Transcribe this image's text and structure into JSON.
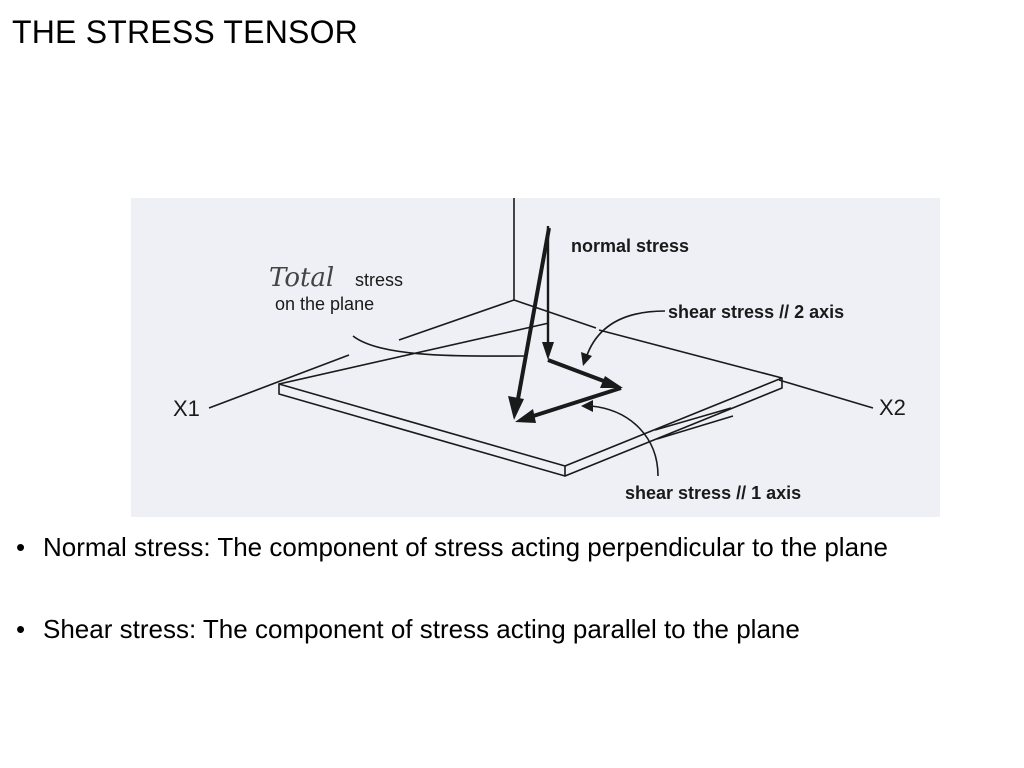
{
  "slide": {
    "title": "THE STRESS TENSOR"
  },
  "figure": {
    "labels": {
      "normal_stress": "normal stress",
      "total_handwritten": "Total",
      "stress": "stress",
      "on_the_plane": "on the plane",
      "shear_stress_2": "shear stress // 2 axis",
      "shear_stress_1": "shear stress // 1 axis",
      "x1": "X1",
      "x2": "X2"
    },
    "colors": {
      "panel": "#eef0f6",
      "ink": "#1a1a1a"
    }
  },
  "bullets": [
    {
      "text": "Normal stress: The component of stress acting perpendicular to the plane"
    },
    {
      "text": "Shear stress: The component of stress acting parallel to the plane"
    }
  ]
}
